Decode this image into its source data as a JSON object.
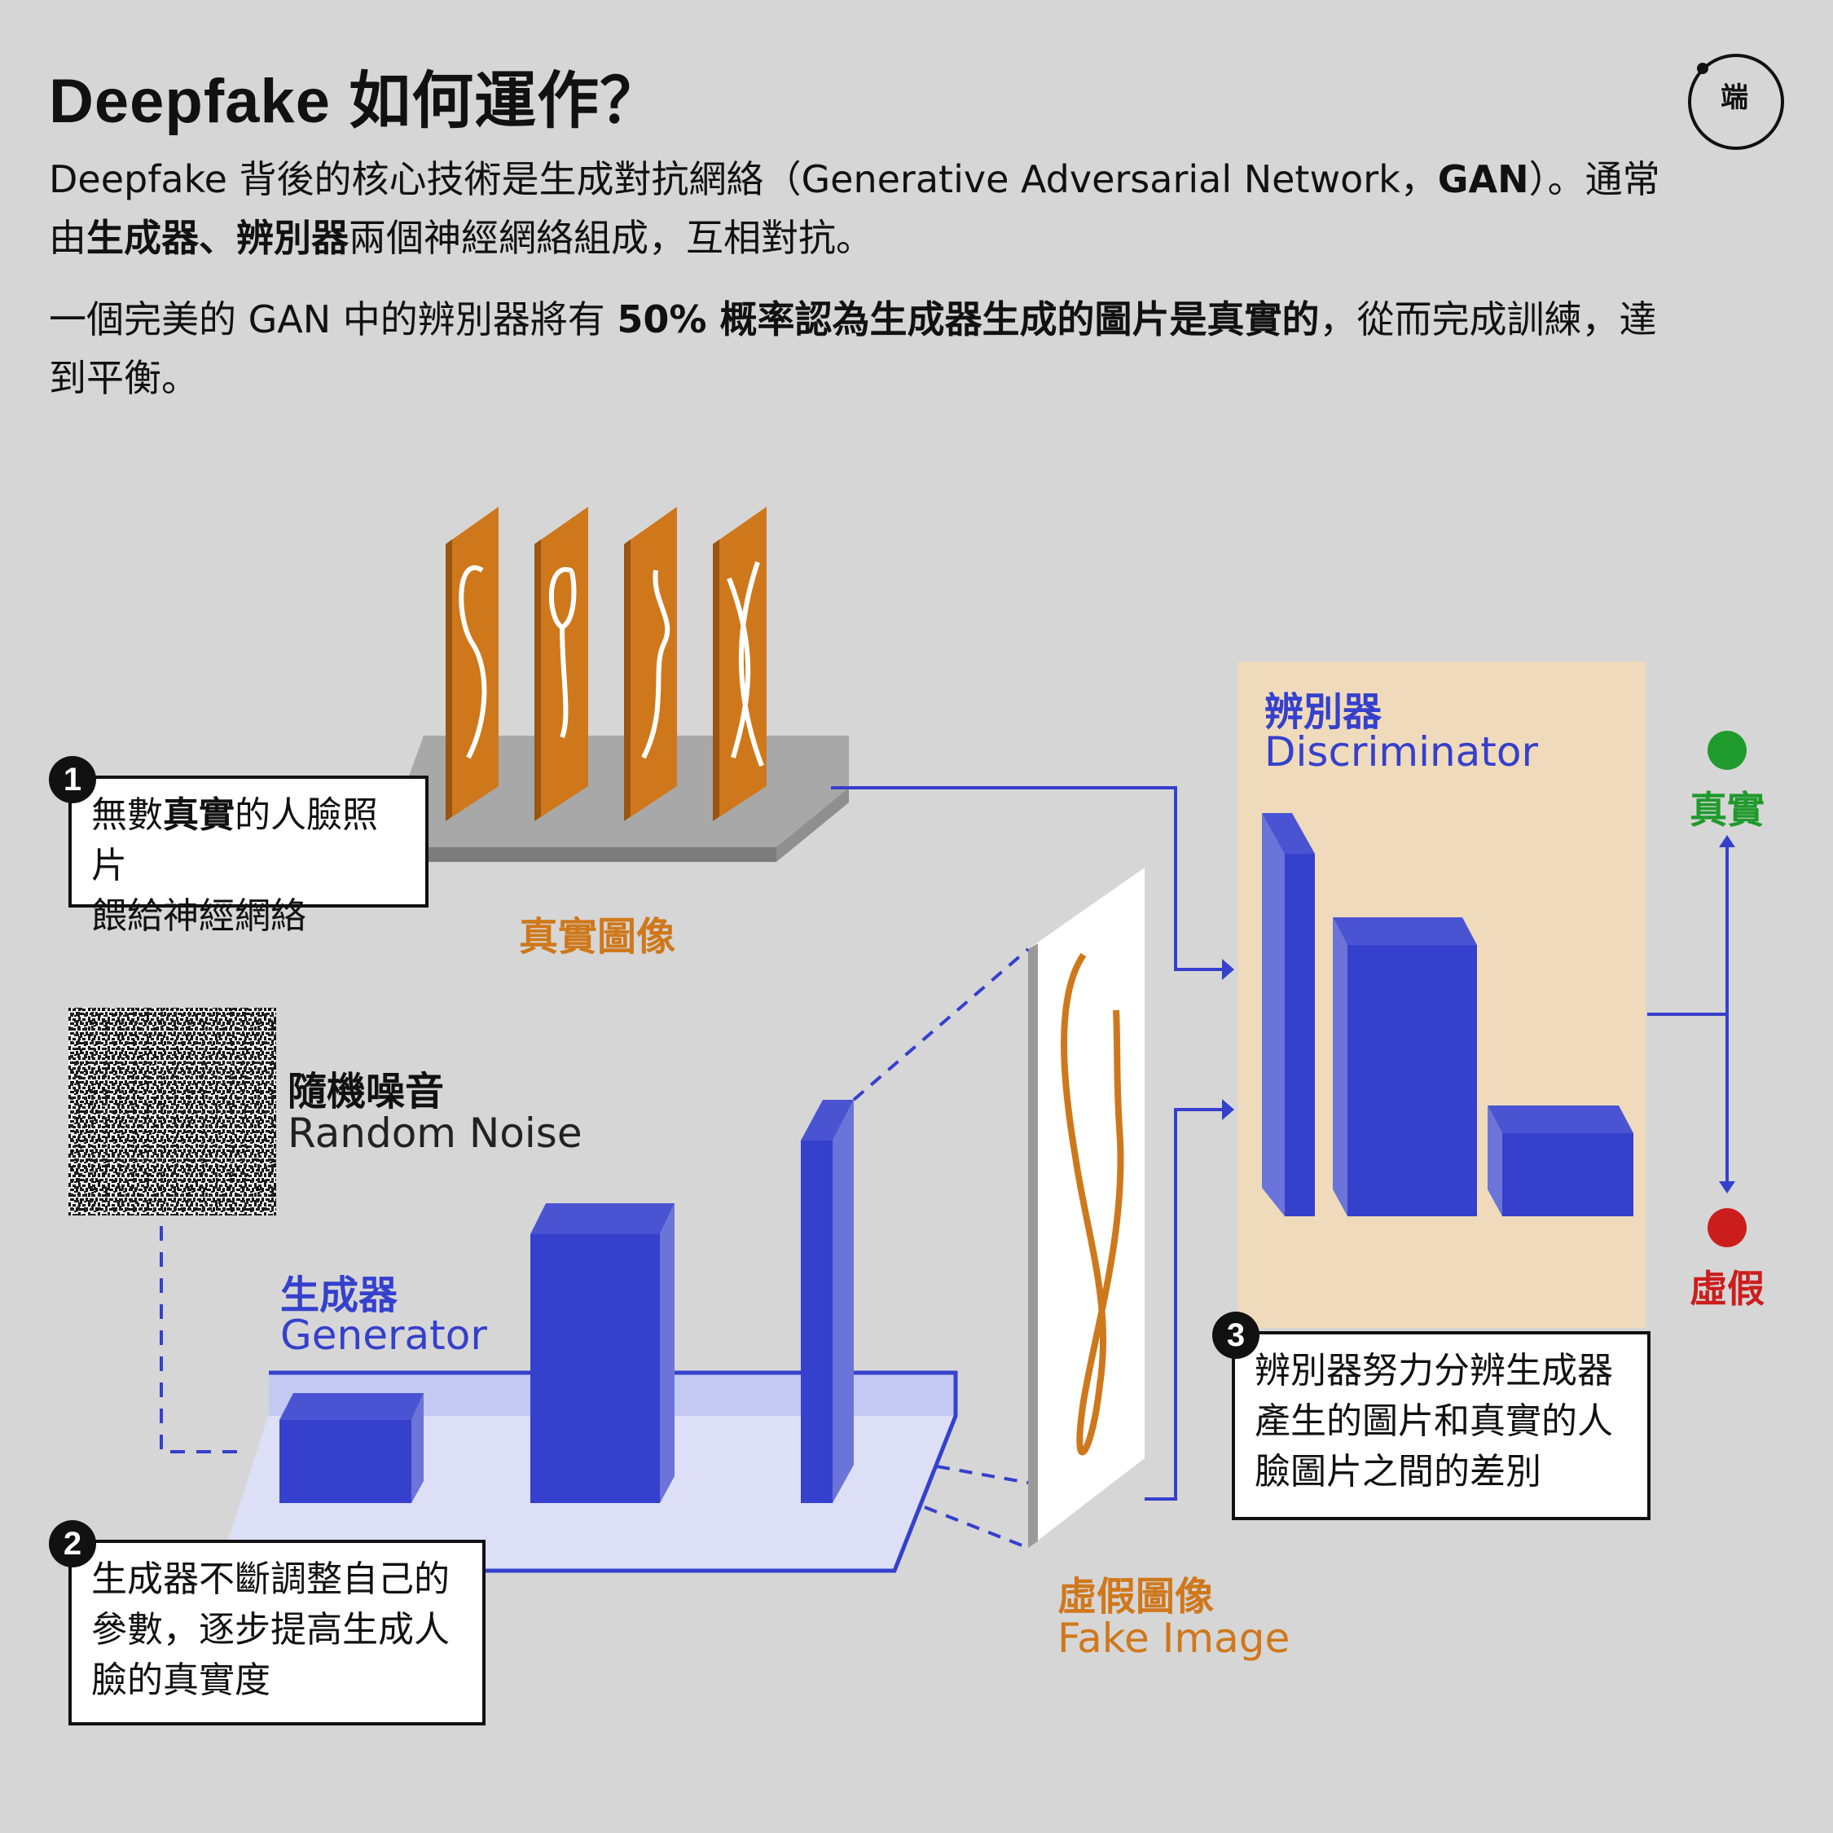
{
  "title": "Deepfake 如何運作？",
  "logo": {
    "text": "端"
  },
  "intro": {
    "p1_a": "Deepfake 背後的核心技術是生成對抗網絡（Generative Adversarial Network，",
    "p1_b": "GAN",
    "p1_c": "）。通常由",
    "p1_d": "生成器、辨別器",
    "p1_e": "兩個神經網絡組成，互相對抗。",
    "p2_a": "一個完美的 GAN 中的辨別器將有 ",
    "p2_b": "50% 概率認為生成器生成的圖片是真實的",
    "p2_c": "，從而完成訓練，達到平衡。"
  },
  "real_images": {
    "label": "真實圖像",
    "glyphs": [
      "S",
      "g",
      "y",
      "X"
    ]
  },
  "noise": {
    "label_cn": "隨機噪音",
    "label_en": "Random Noise"
  },
  "generator": {
    "label_cn": "生成器",
    "label_en": "Generator"
  },
  "fake_image": {
    "label_cn": "虛假圖像",
    "label_en": "Fake Image"
  },
  "discriminator": {
    "label_cn": "辨別器",
    "label_en": "Discriminator"
  },
  "outputs": {
    "real": {
      "label": "真實",
      "color": "#1f9a2c"
    },
    "fake": {
      "label": "虛假",
      "color": "#cc1d1d"
    }
  },
  "notes": {
    "n1": {
      "num": "1",
      "a": "無數",
      "b": "真實",
      "c": "的人臉照片",
      "d": "餵給神經網絡"
    },
    "n2": {
      "num": "2",
      "line1": "生成器不斷調整自己的",
      "line2": "參數，逐步提高生成人",
      "line3": "臉的真實度"
    },
    "n3": {
      "num": "3",
      "line1": "辨別器努力分辨生成器",
      "line2": "產生的圖片和真實的人",
      "line3": "臉圖片之間的差別"
    }
  },
  "colors": {
    "blue": "#3540cc",
    "orange": "#cf781b",
    "background": "#d6d6d6",
    "panel": "#efdbbb"
  }
}
